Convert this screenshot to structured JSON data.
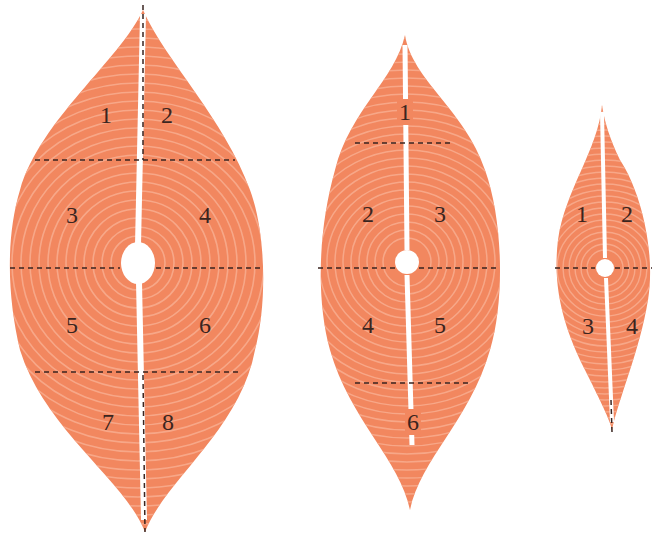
{
  "diagram": {
    "labels": [
      "1",
      "2",
      "3",
      "4",
      "5",
      "6",
      "7",
      "8",
      "1",
      "2",
      "3",
      "4",
      "5",
      "6",
      "1",
      "2",
      "3",
      "4"
    ]
  }
}
